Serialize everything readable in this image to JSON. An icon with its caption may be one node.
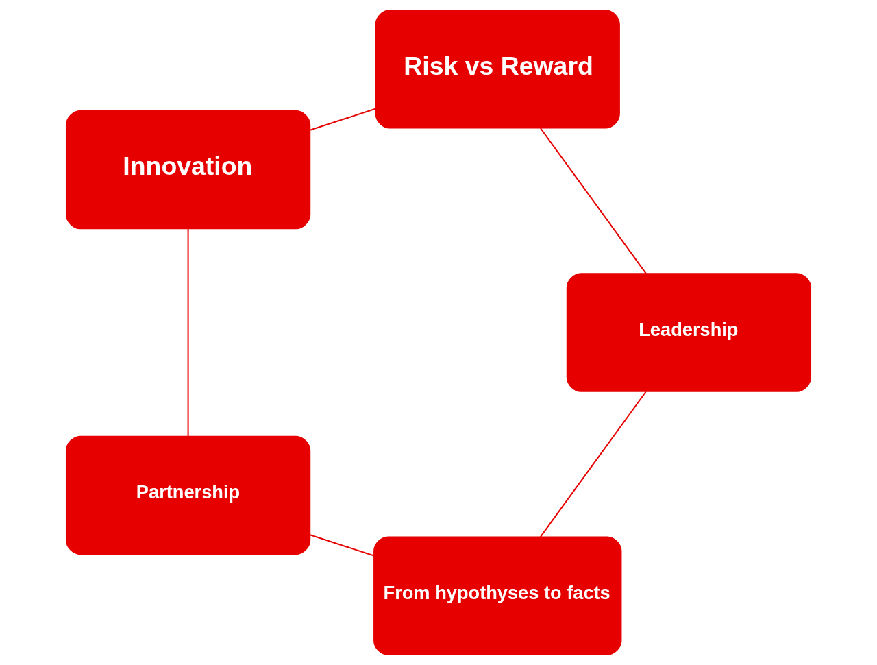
{
  "diagram": {
    "nodes": [
      {
        "text": [
          "From hypothyses to facts"
        ]
      },
      {
        "text": [
          "Partnership"
        ]
      },
      {
        "text": [
          "Innovation"
        ]
      },
      {
        "text": [
          "Risk vs Reward"
        ]
      },
      {
        "text": [
          "Leadership"
        ]
      }
    ],
    "edges": [
      {
        "from": 0,
        "to": 1,
        "arrow": "none"
      },
      {
        "from": 1,
        "to": 2,
        "arrow": "none"
      },
      {
        "from": 2,
        "to": 3,
        "arrow": "none"
      },
      {
        "from": 3,
        "to": 4,
        "arrow": "none"
      },
      {
        "from": 4,
        "to": 0,
        "arrow": "none"
      }
    ]
  }
}
